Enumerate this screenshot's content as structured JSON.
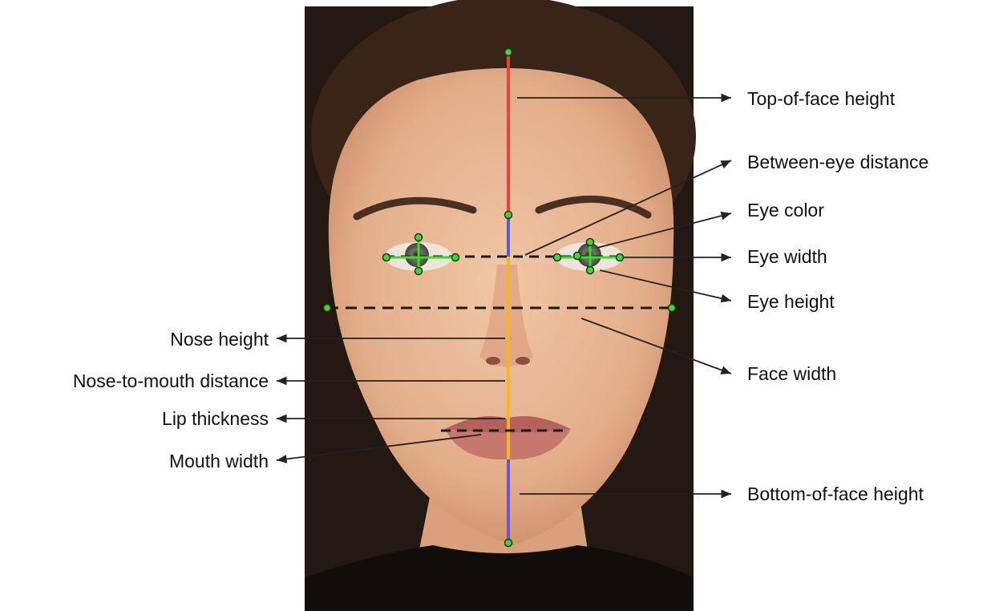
{
  "labels": {
    "top_of_face_height": "Top-of-face height",
    "between_eye_distance": "Between-eye distance",
    "eye_color": "Eye color",
    "eye_width": "Eye width",
    "eye_height": "Eye height",
    "face_width": "Face width",
    "bottom_of_face_height": "Bottom-of-face height",
    "nose_height": "Nose height",
    "nose_to_mouth_distance": "Nose-to-mouth distance",
    "lip_thickness": "Lip thickness",
    "mouth_width": "Mouth width"
  },
  "colors": {
    "top_segment": "#e8442f",
    "mid_segment": "#5b5bd6",
    "nose_segment": "#f4b42a",
    "bottom_segment": "#6a55d8",
    "landmark": "#47d13a",
    "leader": "#222222",
    "dash": "#1a1a1a"
  }
}
